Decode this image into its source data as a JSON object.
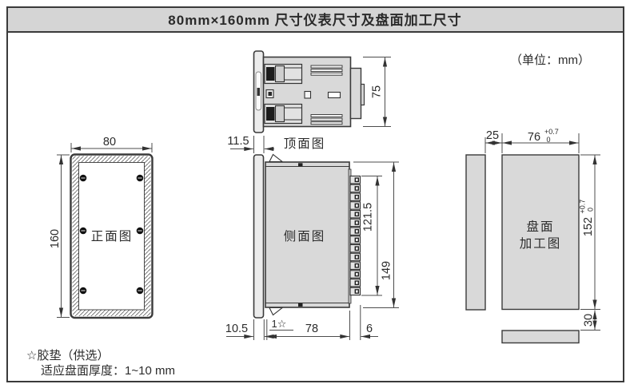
{
  "title": "80mm×160mm 尺寸仪表尺寸及盘面加工尺寸",
  "unit_note": "（单位：mm）",
  "views": {
    "front": {
      "label": "正面图",
      "width": "80",
      "height": "160"
    },
    "top": {
      "label": "顶面图",
      "body_height": "75",
      "bezel_depth": "11.5"
    },
    "side": {
      "label": "侧面图",
      "terminal_span": "121.5",
      "case_height": "149",
      "bezel_thickness": "10.5",
      "pad_mark": "1☆",
      "case_depth": "78",
      "terminal_depth": "6"
    },
    "cutout": {
      "label_line1": "盘面",
      "label_line2": "加工图",
      "horizontal_spacing": "25",
      "hole_width": "76",
      "hole_width_tol_upper": "+0.7",
      "hole_width_tol_lower": "0",
      "hole_height": "152",
      "hole_height_tol_upper": "+0.7",
      "hole_height_tol_lower": "0",
      "vertical_spacing": "30"
    }
  },
  "footnotes": {
    "line1": "☆胶垫（供选）",
    "line2": "适应盘面厚度：1~10 mm"
  },
  "colors": {
    "titlebar_fill": "#d5d5d5",
    "panel_fill": "#d9d9d9",
    "line": "#3a3a3a"
  }
}
